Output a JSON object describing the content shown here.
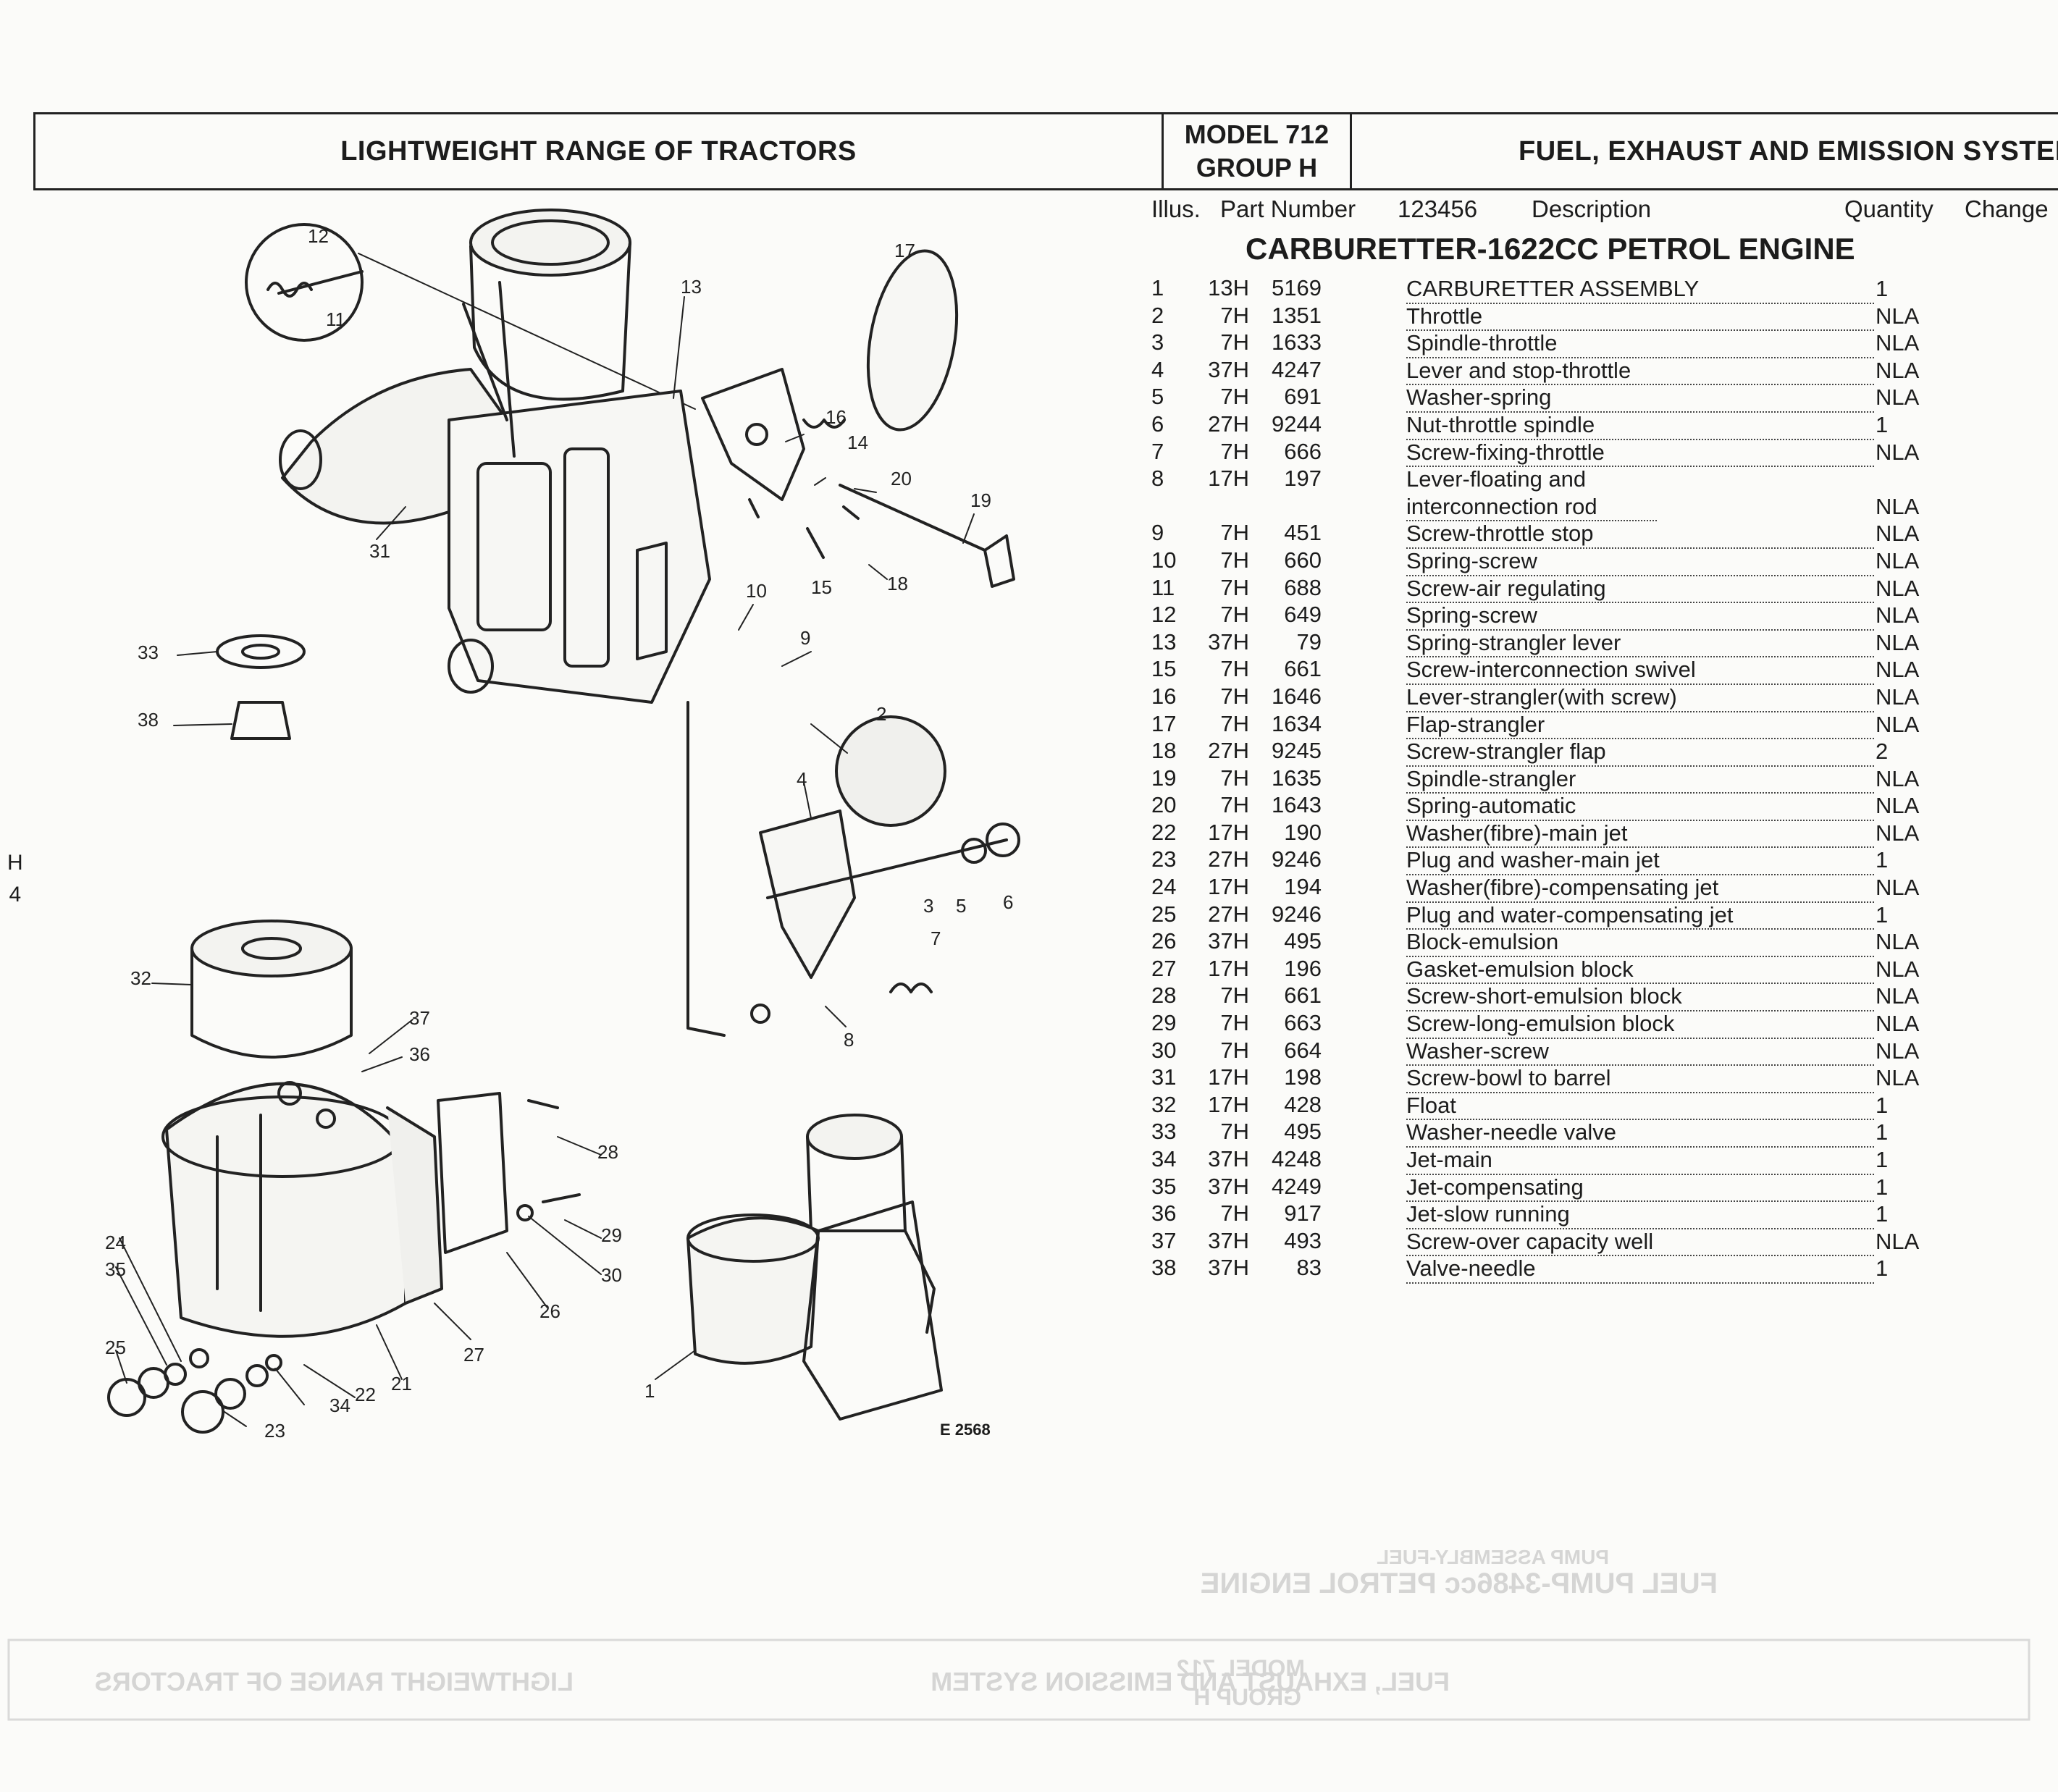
{
  "header": {
    "left_title": "LIGHTWEIGHT RANGE OF TRACTORS",
    "model_line1": "MODEL 712",
    "model_line2": "GROUP H",
    "right_title": "FUEL, EXHAUST AND EMISSION SYSTEM"
  },
  "columns": {
    "illus": "Illus.",
    "part_number": "Part Number",
    "sample": "123456",
    "description": "Description",
    "quantity": "Quantity",
    "change": "Change"
  },
  "section_title": "CARBURETTER-1622CC PETROL ENGINE",
  "side_code": [
    "H",
    "4"
  ],
  "parts": [
    {
      "illus": "1",
      "prefix": "13H",
      "number": "5169",
      "desc": "CARBURETTER ASSEMBLY",
      "qty": "1"
    },
    {
      "illus": "2",
      "prefix": "7H",
      "number": "1351",
      "desc": "Throttle",
      "qty": "NLA"
    },
    {
      "illus": "3",
      "prefix": "7H",
      "number": "1633",
      "desc": "Spindle-throttle",
      "qty": "NLA"
    },
    {
      "illus": "4",
      "prefix": "37H",
      "number": "4247",
      "desc": "Lever and stop-throttle",
      "qty": "NLA"
    },
    {
      "illus": "5",
      "prefix": "7H",
      "number": "691",
      "desc": "Washer-spring",
      "qty": "NLA"
    },
    {
      "illus": "6",
      "prefix": "27H",
      "number": "9244",
      "desc": "Nut-throttle spindle",
      "qty": "1"
    },
    {
      "illus": "7",
      "prefix": "7H",
      "number": "666",
      "desc": "Screw-fixing-throttle",
      "qty": "NLA"
    },
    {
      "illus": "8",
      "prefix": "17H",
      "number": "197",
      "desc": "Lever-floating and",
      "desc2": "interconnection rod",
      "qty": "NLA"
    },
    {
      "illus": "9",
      "prefix": "7H",
      "number": "451",
      "desc": "Screw-throttle stop",
      "qty": "NLA"
    },
    {
      "illus": "10",
      "prefix": "7H",
      "number": "660",
      "desc": "Spring-screw",
      "qty": "NLA"
    },
    {
      "illus": "11",
      "prefix": "7H",
      "number": "688",
      "desc": "Screw-air regulating",
      "qty": "NLA"
    },
    {
      "illus": "12",
      "prefix": "7H",
      "number": "649",
      "desc": "Spring-screw",
      "qty": "NLA"
    },
    {
      "illus": "13",
      "prefix": "37H",
      "number": "79",
      "desc": "Spring-strangler lever",
      "qty": "NLA"
    },
    {
      "illus": "15",
      "prefix": "7H",
      "number": "661",
      "desc": "Screw-interconnection swivel",
      "qty": "NLA"
    },
    {
      "illus": "16",
      "prefix": "7H",
      "number": "1646",
      "desc": "Lever-strangler(with screw)",
      "qty": "NLA"
    },
    {
      "illus": "17",
      "prefix": "7H",
      "number": "1634",
      "desc": "Flap-strangler",
      "qty": "NLA"
    },
    {
      "illus": "18",
      "prefix": "27H",
      "number": "9245",
      "desc": "Screw-strangler flap",
      "qty": "2"
    },
    {
      "illus": "19",
      "prefix": "7H",
      "number": "1635",
      "desc": "Spindle-strangler",
      "qty": "NLA"
    },
    {
      "illus": "20",
      "prefix": "7H",
      "number": "1643",
      "desc": "Spring-automatic",
      "qty": "NLA"
    },
    {
      "illus": "22",
      "prefix": "17H",
      "number": "190",
      "desc": "Washer(fibre)-main jet",
      "qty": "NLA"
    },
    {
      "illus": "23",
      "prefix": "27H",
      "number": "9246",
      "desc": "Plug and washer-main jet",
      "qty": "1"
    },
    {
      "illus": "24",
      "prefix": "17H",
      "number": "194",
      "desc": "Washer(fibre)-compensating jet",
      "qty": "NLA"
    },
    {
      "illus": "25",
      "prefix": "27H",
      "number": "9246",
      "desc": "Plug and water-compensating jet",
      "qty": "1"
    },
    {
      "illus": "26",
      "prefix": "37H",
      "number": "495",
      "desc": "Block-emulsion",
      "qty": "NLA"
    },
    {
      "illus": "27",
      "prefix": "17H",
      "number": "196",
      "desc": "Gasket-emulsion block",
      "qty": "NLA"
    },
    {
      "illus": "28",
      "prefix": "7H",
      "number": "661",
      "desc": "Screw-short-emulsion block",
      "qty": "NLA"
    },
    {
      "illus": "29",
      "prefix": "7H",
      "number": "663",
      "desc": "Screw-long-emulsion block",
      "qty": "NLA"
    },
    {
      "illus": "30",
      "prefix": "7H",
      "number": "664",
      "desc": "Washer-screw",
      "qty": "NLA"
    },
    {
      "illus": "31",
      "prefix": "17H",
      "number": "198",
      "desc": "Screw-bowl to barrel",
      "qty": "NLA"
    },
    {
      "illus": "32",
      "prefix": "17H",
      "number": "428",
      "desc": "Float",
      "qty": "1"
    },
    {
      "illus": "33",
      "prefix": "7H",
      "number": "495",
      "desc": "Washer-needle valve",
      "qty": "1"
    },
    {
      "illus": "34",
      "prefix": "37H",
      "number": "4248",
      "desc": "Jet-main",
      "qty": "1"
    },
    {
      "illus": "35",
      "prefix": "37H",
      "number": "4249",
      "desc": "Jet-compensating",
      "qty": "1"
    },
    {
      "illus": "36",
      "prefix": "7H",
      "number": "917",
      "desc": "Jet-slow running",
      "qty": "1"
    },
    {
      "illus": "37",
      "prefix": "37H",
      "number": "493",
      "desc": "Screw-over capacity well",
      "qty": "NLA"
    },
    {
      "illus": "38",
      "prefix": "37H",
      "number": "83",
      "desc": "Valve-needle",
      "qty": "1"
    }
  ],
  "diagram": {
    "figure_ref": "E 2568",
    "callouts": [
      "1",
      "2",
      "3",
      "4",
      "5",
      "6",
      "7",
      "8",
      "9",
      "10",
      "11",
      "12",
      "13",
      "14",
      "15",
      "16",
      "17",
      "18",
      "19",
      "20",
      "21",
      "22",
      "23",
      "24",
      "25",
      "26",
      "27",
      "28",
      "29",
      "30",
      "31",
      "32",
      "33",
      "34",
      "35",
      "36",
      "37",
      "38"
    ]
  },
  "ghost": {
    "left_title": "LIGHTWEIGHT RANGE OF TRACTORS",
    "model_line1": "MODEL 712",
    "model_line2": "GROUP H",
    "right_title": "FUEL, EXHAUST AND EMISSION SYSTEM",
    "section_title": "FUEL PUMP-3486cc PETROL ENGINE",
    "row1": "PUMP ASSEMBLY-FUEL"
  }
}
